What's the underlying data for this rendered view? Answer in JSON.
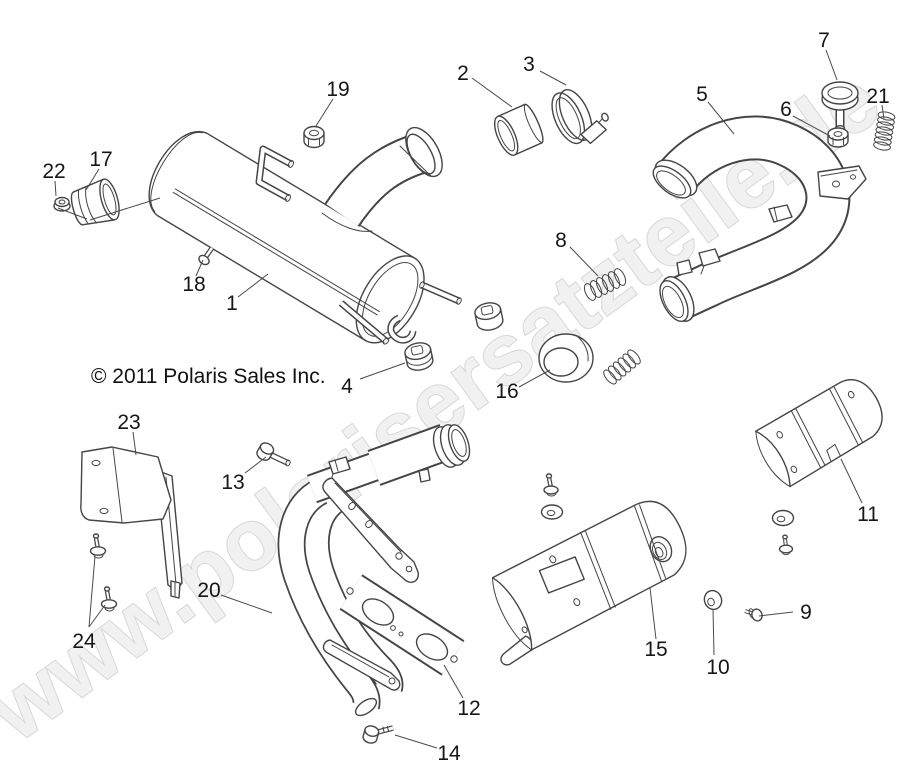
{
  "watermark": {
    "text": "www.polarisersatzteile.de"
  },
  "copyright": {
    "text": "© 2011 Polaris Sales Inc."
  },
  "labels": {
    "1": "1",
    "2": "2",
    "3": "3",
    "4": "4",
    "5": "5",
    "6": "6",
    "7": "7",
    "8": "8",
    "9": "9",
    "10": "10",
    "11": "11",
    "12": "12",
    "13": "13",
    "14": "14",
    "15": "15",
    "16": "16",
    "17": "17",
    "18": "18",
    "19": "19",
    "20": "20",
    "21": "21",
    "22": "22",
    "23": "23",
    "24": "24"
  },
  "colors": {
    "line": "#454545",
    "label_text": "#161616",
    "watermark_fill": "#f1f1f1",
    "watermark_outline": "#d7d7d7",
    "background": "#ffffff"
  }
}
